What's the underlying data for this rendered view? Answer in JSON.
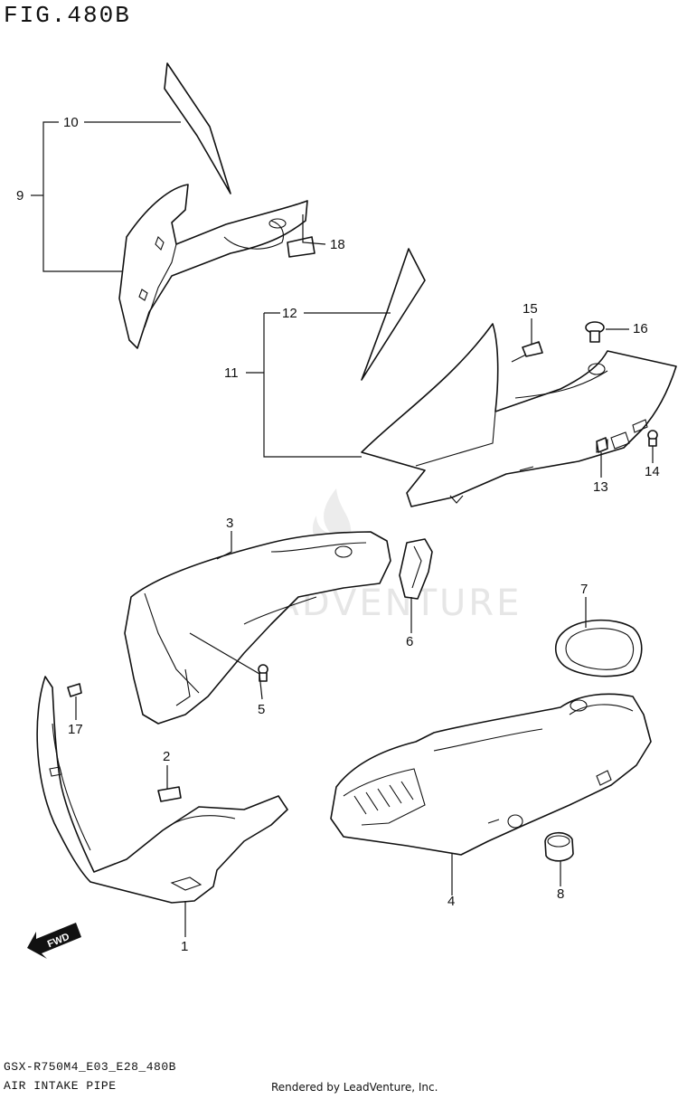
{
  "figure_title": "FIG.480B",
  "model_code": "GSX-R750M4_E03_E28_480B",
  "caption": "AIR INTAKE PIPE",
  "render_credit": "Rendered by LeadVenture, Inc.",
  "watermark": "LEADVENTURE",
  "callouts": [
    "1",
    "2",
    "3",
    "4",
    "5",
    "6",
    "7",
    "8",
    "9",
    "10",
    "11",
    "12",
    "13",
    "14",
    "15",
    "16",
    "17",
    "18"
  ],
  "fwd_label": "FWD"
}
